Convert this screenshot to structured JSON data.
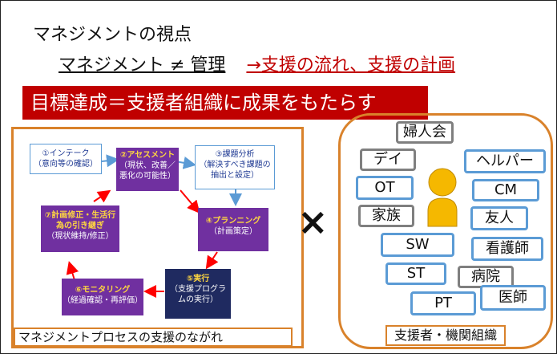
{
  "title": "マネジメントの視点",
  "subtitle": {
    "left": "マネジメント ≠ 管理",
    "right": "→支援の流れ、支援の計画"
  },
  "banner": "目標達成＝支援者組織に成果をもたらす",
  "process": {
    "caption": "マネジメントプロセスの支援のながれ",
    "steps": [
      {
        "num": "①",
        "name": "インテーク",
        "detail": "（意向等の確認）"
      },
      {
        "num": "②",
        "name": "アセスメント",
        "detail": "（現状、改善／悪化の可能性）"
      },
      {
        "num": "③",
        "name": "課題分析",
        "detail": "（解決すべき課題の抽出と設定）"
      },
      {
        "num": "④",
        "name": "プランニング",
        "detail": "（計画策定）"
      },
      {
        "num": "⑤",
        "name": "実行",
        "detail": "（支援プログラムの実行）"
      },
      {
        "num": "⑥",
        "name": "モニタリング",
        "detail": "（経過確認・再評価）"
      },
      {
        "num": "⑦",
        "name": "計画修正・生活行為の引き継ぎ",
        "detail": "（現状維持/修正）"
      }
    ]
  },
  "operator": "×",
  "actors": {
    "caption": "支援者・機関組織",
    "items": [
      "婦人会",
      "デイ",
      "ヘルパー",
      "OT",
      "CM",
      "家族",
      "友人",
      "SW",
      "看護師",
      "ST",
      "病院",
      "PT",
      "医師"
    ]
  },
  "colors": {
    "banner": "#c00000",
    "panel_border": "#d9822b",
    "box_blue": "#5b9bd5",
    "box_purple": "#7030a0",
    "box_navy": "#1f2a60",
    "arrow_red": "#ff0000",
    "arrow_blue": "#5b9bd5",
    "person": "#f5b800"
  },
  "icons": {
    "person": "person-icon"
  }
}
